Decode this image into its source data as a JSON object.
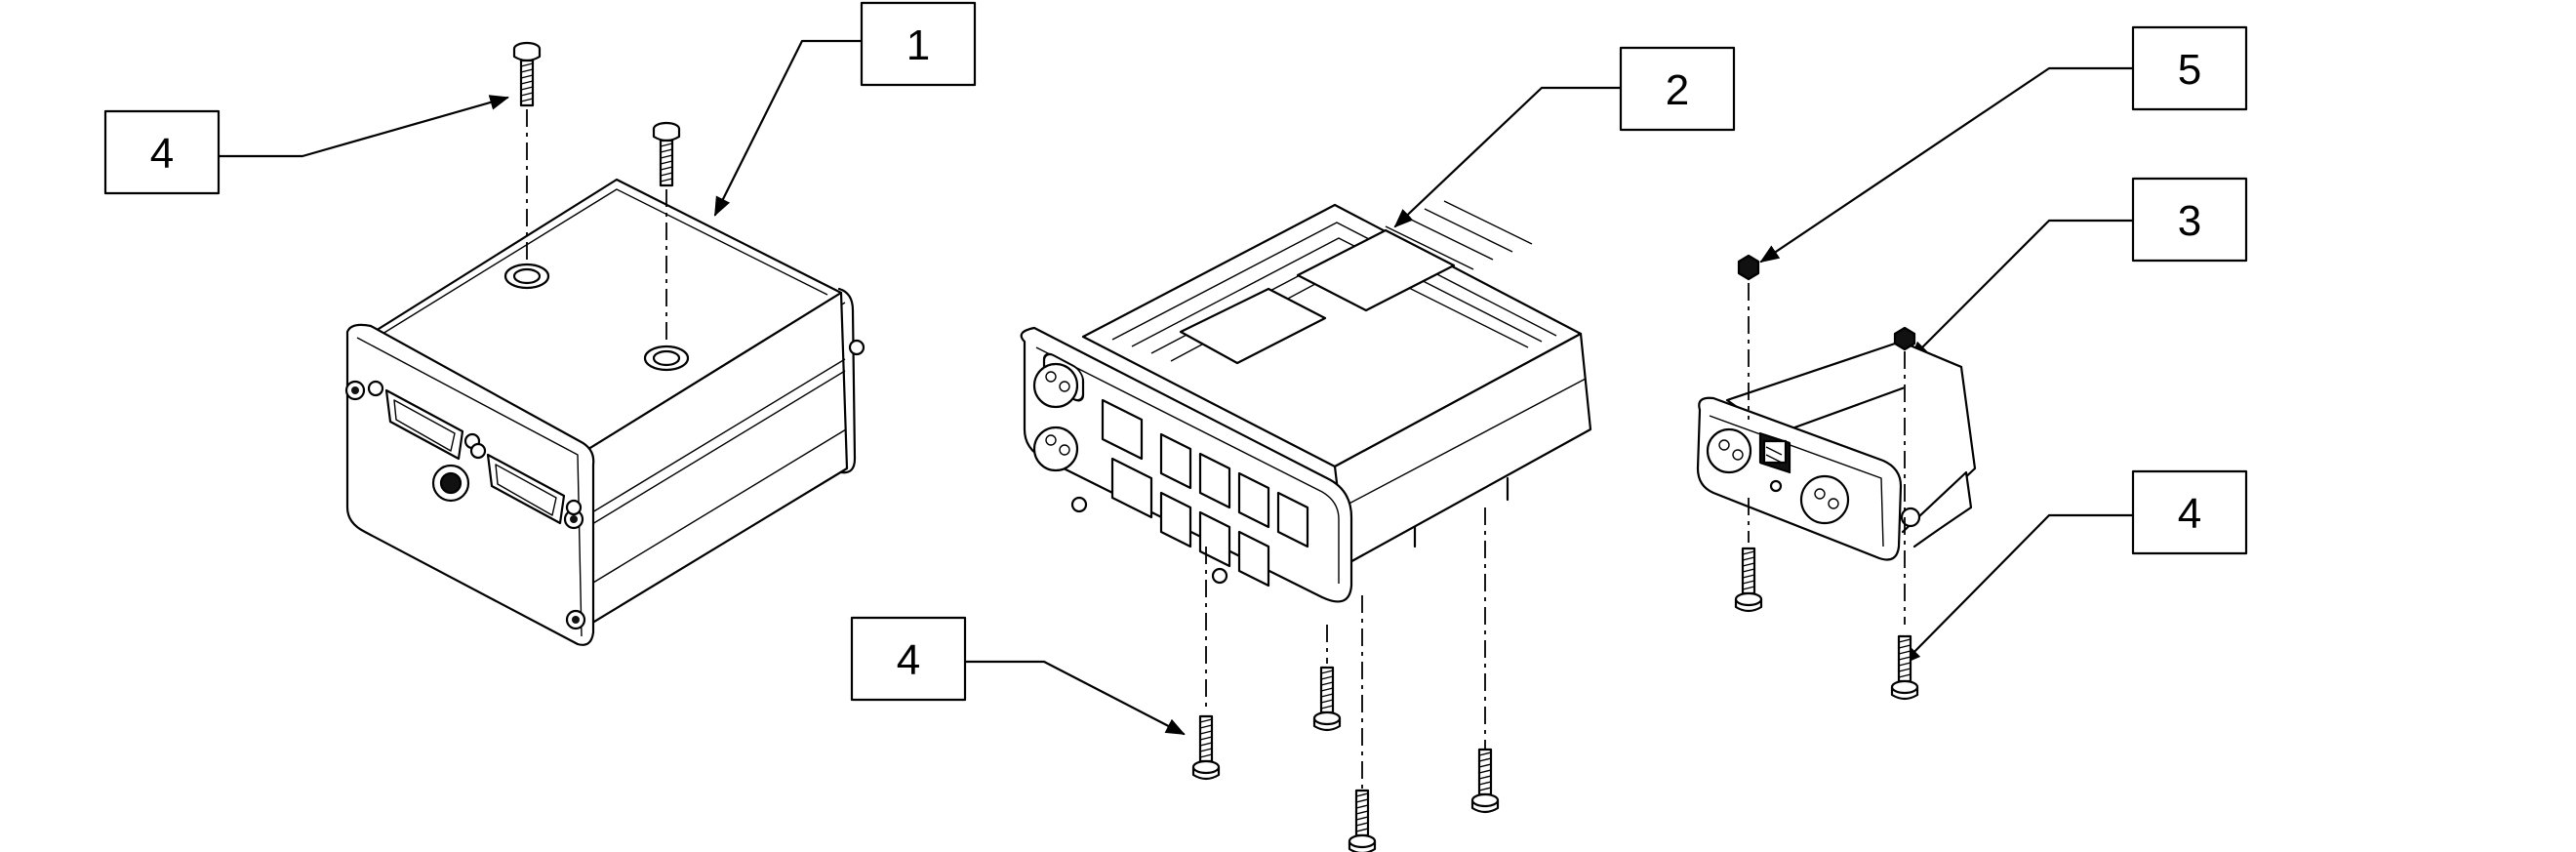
{
  "diagram": {
    "callouts": [
      {
        "id": "c1",
        "label": "1"
      },
      {
        "id": "c2",
        "label": "2"
      },
      {
        "id": "c3",
        "label": "3"
      },
      {
        "id": "c4a",
        "label": "4"
      },
      {
        "id": "c4b",
        "label": "4"
      },
      {
        "id": "c4c",
        "label": "4"
      },
      {
        "id": "c5",
        "label": "5"
      }
    ]
  }
}
